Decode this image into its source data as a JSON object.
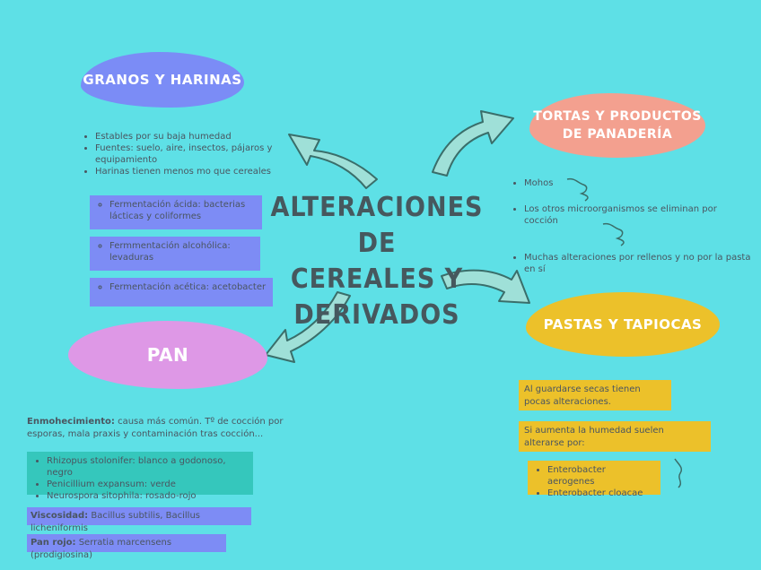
{
  "center": {
    "line1": "ALTERACIONES DE",
    "line2": "CEREALES Y",
    "line3": "DERIVADOS"
  },
  "colors": {
    "background": "#5ee0e6",
    "granos": "#7b8cf6",
    "tortas": "#f3a08f",
    "pan": "#de98e6",
    "pastas": "#ecc12a",
    "arrow_fill": "#9fe0d8",
    "arrow_stroke": "#3a6e6a"
  },
  "granos": {
    "title": "GRANOS Y HARINAS",
    "bullets": [
      "Estables por su baja humedad",
      "Fuentes: suelo, aire, insectos, pájaros y equipamiento",
      "Harinas tienen menos mo que cereales"
    ],
    "sub": [
      "Fermentación ácida: bacterias lácticas y coliformes",
      "Fermmentación alcohólica: levaduras",
      "Fermentación acética: acetobacter"
    ]
  },
  "tortas": {
    "title_line1": "TORTAS Y PRODUCTOS",
    "title_line2": "DE PANADERÍA",
    "bullets": [
      "Mohos",
      "Los otros microorganismos se eliminan por cocción",
      "Muchas alteraciones por rellenos y no por la pasta en sí"
    ]
  },
  "pan": {
    "title": "PAN",
    "enmo_label": "Enmohecimiento:",
    "enmo_text": " causa más común. Tº de cocción por esporas, mala praxis y contaminación tras cocción...",
    "species": [
      "Rhizopus stolonifer: blanco a godonoso, negro",
      "Penicillium expansum: verde",
      "Neurospora sitophila: rosado-rojo"
    ],
    "visc_label": "Viscosidad:",
    "visc_text": " Bacillus subtilis, Bacillus licheniformis",
    "rojo_label": "Pan rojo:",
    "rojo_text": " Serratia marcensens (prodigiosina)"
  },
  "pastas": {
    "title": "PASTAS Y TAPIOCAS",
    "box1": "Al guardarse secas tienen pocas alteraciones.",
    "box2": "Si aumenta la humedad suelen alterarse por:",
    "bullets": [
      "Enterobacter aerogenes",
      "Enterobacter cloacae"
    ]
  }
}
